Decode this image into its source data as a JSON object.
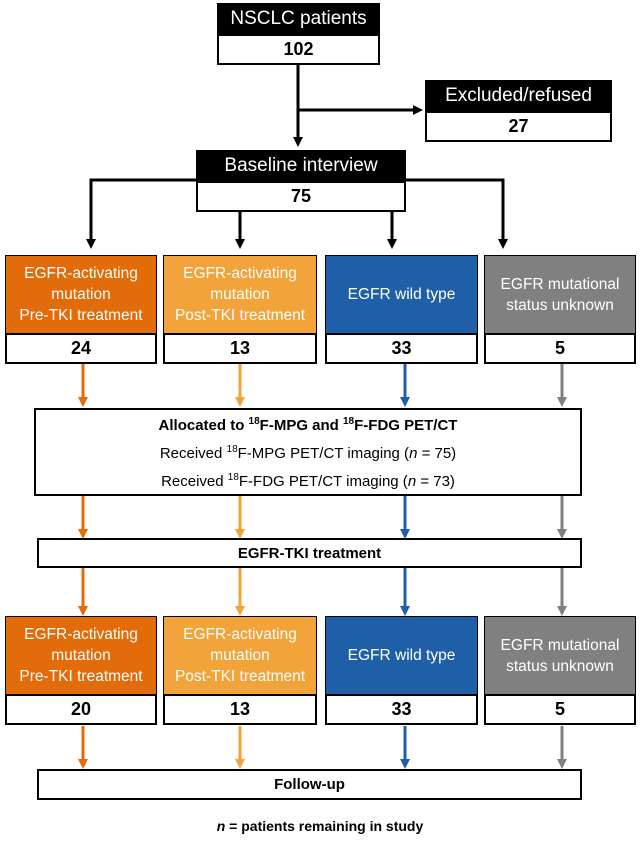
{
  "colors": {
    "orange_dark": "#E36C0A",
    "orange_light": "#F2A33A",
    "blue": "#1F5FA8",
    "gray": "#808080",
    "black": "#000000"
  },
  "nsclc": {
    "title": "NSCLC patients",
    "count": "102"
  },
  "excluded": {
    "title": "Excluded/refused",
    "count": "27"
  },
  "baseline": {
    "title": "Baseline interview",
    "count": "75"
  },
  "groups_top": [
    {
      "label": "EGFR-activating\nmutation\nPre-TKI treatment",
      "count": "24",
      "color": "#E36C0A"
    },
    {
      "label": "EGFR-activating\nmutation\nPost-TKI treatment",
      "count": "13",
      "color": "#F2A33A"
    },
    {
      "label": "EGFR wild type",
      "count": "33",
      "color": "#1F5FA8"
    },
    {
      "label": "EGFR mutational\nstatus unknown",
      "count": "5",
      "color": "#808080"
    }
  ],
  "allocation": {
    "line1_prefix": "Allocated to ",
    "line1_sup_a": "18",
    "line1_mid": "F-MPG and ",
    "line1_sup_b": "18",
    "line1_end": "F-FDG PET/CT",
    "line2_prefix": "Received ",
    "line2_sup": "18",
    "line2_mid": "F-MPG PET/CT imaging (",
    "line2_n": "n",
    "line2_end": " = 75)",
    "line3_prefix": "Received ",
    "line3_sup": "18",
    "line3_mid": "F-FDG PET/CT imaging (",
    "line3_n": "n",
    "line3_end": " = 73)"
  },
  "treatment": {
    "label": "EGFR-TKI treatment"
  },
  "groups_bottom": [
    {
      "label": "EGFR-activating\nmutation\nPre-TKI treatment",
      "count": "20",
      "color": "#E36C0A"
    },
    {
      "label": "EGFR-activating\nmutation\nPost-TKI treatment",
      "count": "13",
      "color": "#F2A33A"
    },
    {
      "label": "EGFR wild type",
      "count": "33",
      "color": "#1F5FA8"
    },
    {
      "label": "EGFR mutational\nstatus unknown",
      "count": "5",
      "color": "#808080"
    }
  ],
  "followup": {
    "label": "Follow-up"
  },
  "footnote": {
    "n": "n",
    "text": " = patients remaining in study"
  }
}
